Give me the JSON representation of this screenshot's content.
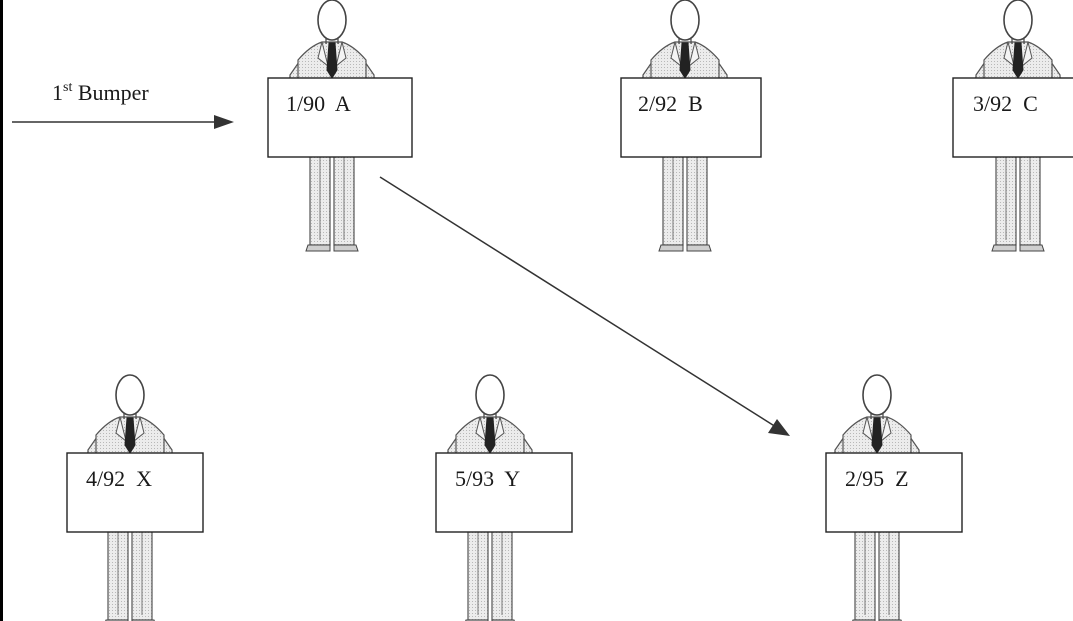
{
  "colors": {
    "figure_fill": "#e9e9e9",
    "figure_stroke": "#555555",
    "hatch": "#bdbdbd",
    "sign_fill": "#ffffff",
    "sign_stroke": "#222222",
    "arrow": "#333333",
    "border": "#000000"
  },
  "label": {
    "bumper_prefix": "1",
    "bumper_sup": "st",
    "bumper_suffix": " Bumper"
  },
  "people": [
    {
      "id": "A",
      "sign": "1/90  A"
    },
    {
      "id": "B",
      "sign": "2/92  B"
    },
    {
      "id": "C",
      "sign": "3/92  C"
    },
    {
      "id": "X",
      "sign": "4/92  X"
    },
    {
      "id": "Y",
      "sign": "5/93  Y"
    },
    {
      "id": "Z",
      "sign": "2/95  Z"
    }
  ],
  "arrows": [
    {
      "from": "1st Bumper",
      "to": "A"
    },
    {
      "from": "A",
      "to": "Z"
    }
  ]
}
